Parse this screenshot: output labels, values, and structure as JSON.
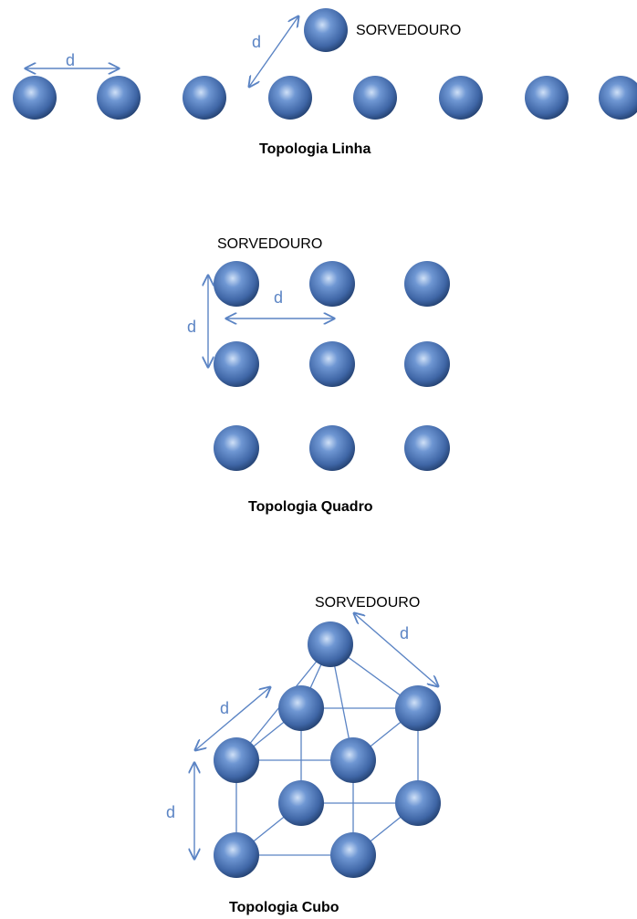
{
  "line": {
    "sink_label": "SORVEDOURO",
    "caption": "Topologia Linha",
    "d_labels": [
      "d",
      "d"
    ],
    "node_count": 9
  },
  "square": {
    "sink_label": "SORVEDOURO",
    "caption": "Topologia Quadro",
    "d_labels": [
      "d",
      "d"
    ],
    "node_count": 9
  },
  "cube": {
    "sink_label": "SORVEDOURO",
    "caption": "Topologia Cubo",
    "d_labels": [
      "d",
      "d",
      "d"
    ],
    "node_count": 9
  },
  "colors": {
    "node": "#4a73b3",
    "node_highlight": "#cfe0f7",
    "node_shadow": "#23406f",
    "arrow": "#5b84c4"
  }
}
